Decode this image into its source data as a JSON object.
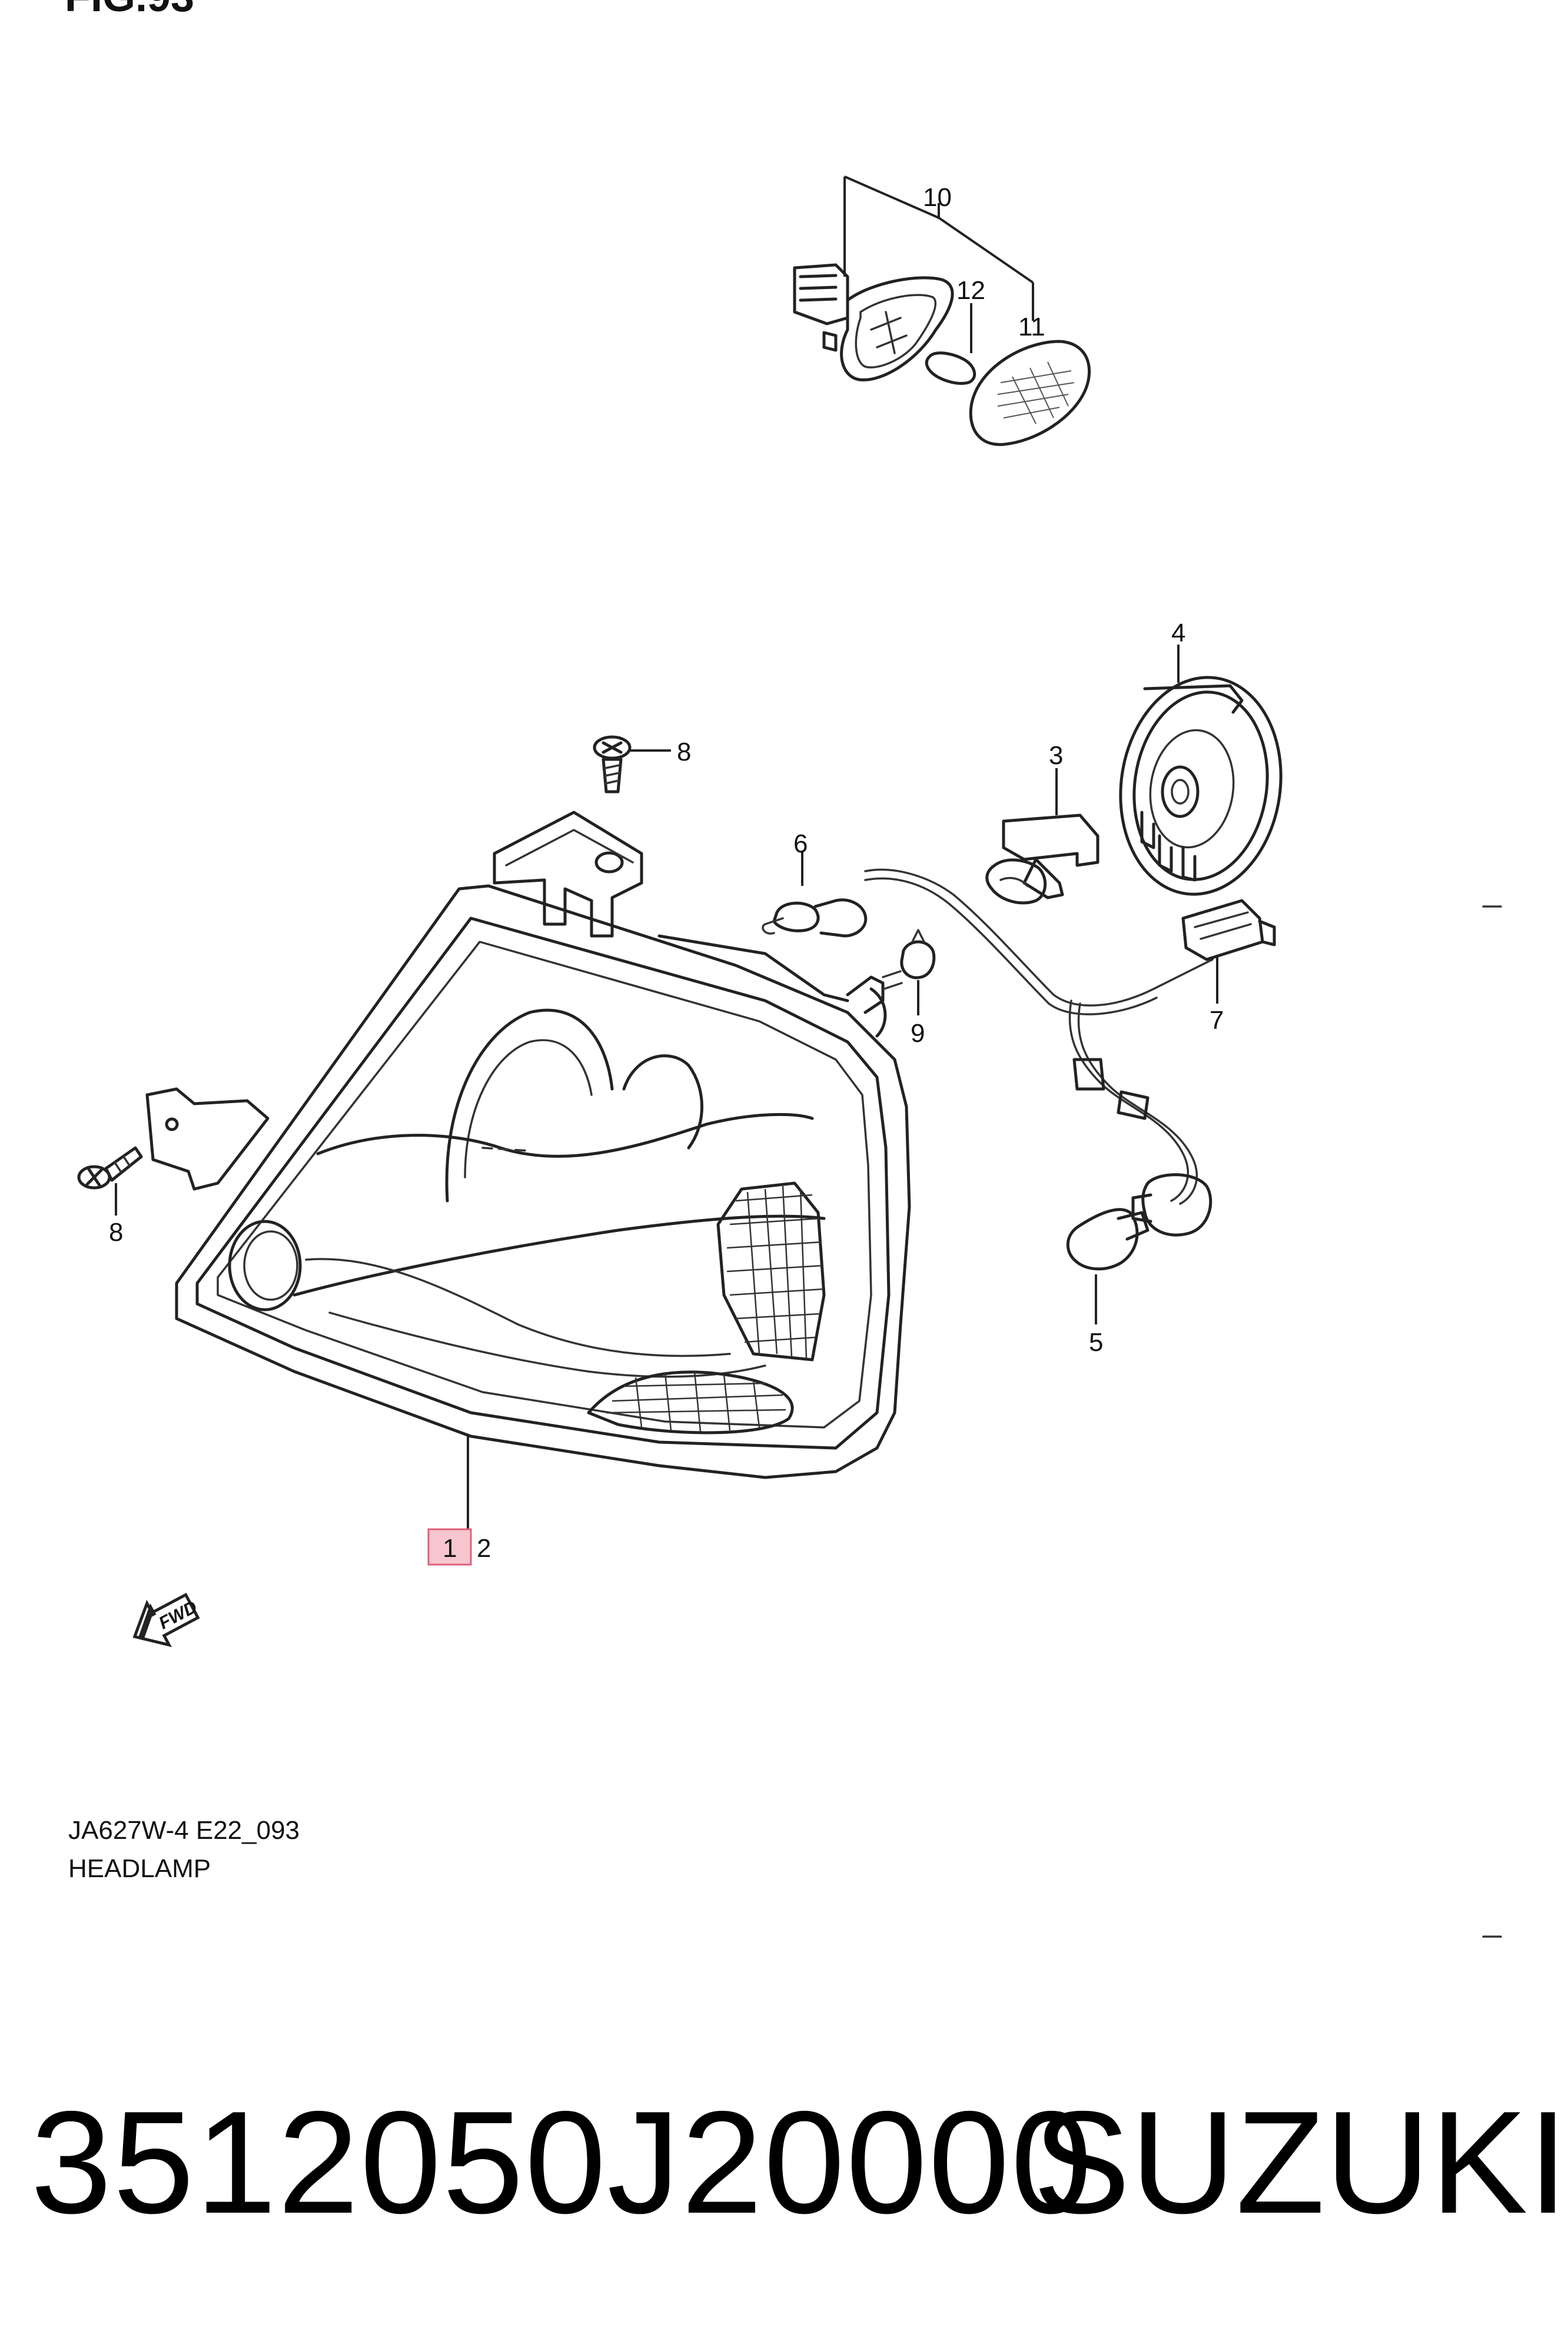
{
  "figure": {
    "title": "FIG.93",
    "caption_code": "JA627W-4 E22_093",
    "caption_name": "HEADLAMP"
  },
  "callouts": {
    "c1": "1",
    "c2": "2",
    "c3": "3",
    "c4": "4",
    "c5": "5",
    "c6": "6",
    "c7": "7",
    "c8a": "8",
    "c8b": "8",
    "c9": "9",
    "c10": "10",
    "c11": "11",
    "c12": "12"
  },
  "fwd_label": "FWD",
  "footer": {
    "part_number": "3512050J20000",
    "brand": "SUZUKI"
  },
  "colors": {
    "highlight_fill": "#f7c6cf",
    "highlight_stroke": "#e0607a",
    "line": "#222222"
  }
}
